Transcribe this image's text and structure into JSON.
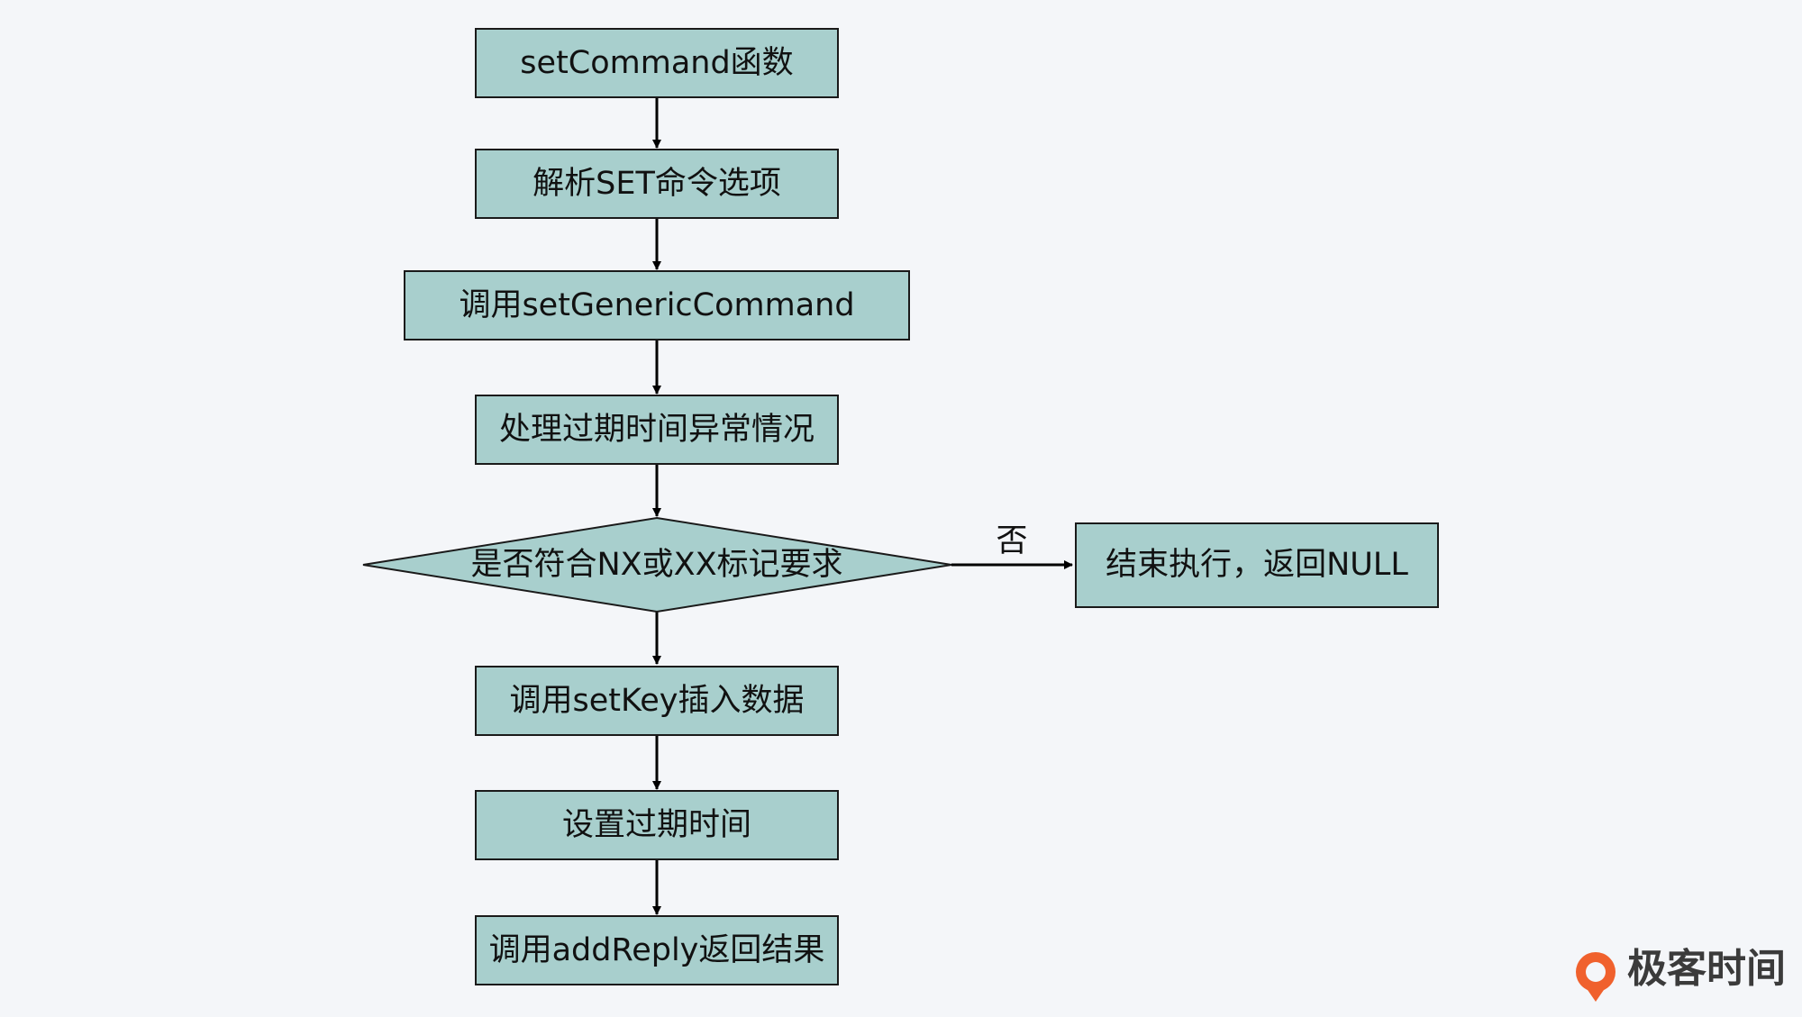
{
  "flowchart": {
    "colors": {
      "node_fill": "#a8cfcd",
      "node_stroke": "#1a1a1a",
      "edge": "#000000",
      "background": "#f4f6f9"
    },
    "nodes": {
      "set_command": "setCommand函数",
      "parse_options": "解析SET命令选项",
      "call_generic": "调用setGenericCommand",
      "handle_expire": "处理过期时间异常情况",
      "check_nx_xx": "是否符合NX或XX标记要求",
      "end_null": "结束执行，返回NULL",
      "set_key": "调用setKey插入数据",
      "set_expire": "设置过期时间",
      "add_reply": "调用addReply返回结果"
    },
    "edge_labels": {
      "no": "否"
    }
  },
  "brand": {
    "name": "极客时间",
    "logo_icon": "geektime-logo-icon",
    "logo_color": "#f0612d"
  }
}
